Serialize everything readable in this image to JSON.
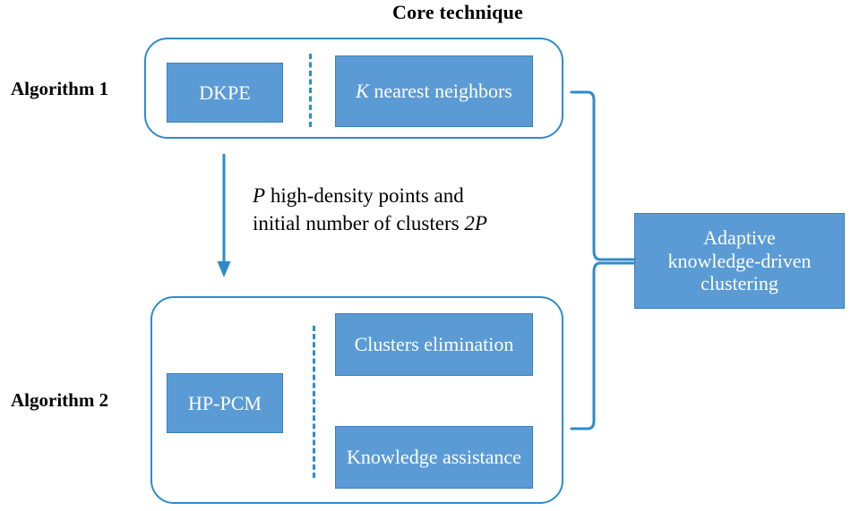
{
  "diagram": {
    "title": "Core technique",
    "side_labels": {
      "algorithm_1": "Algorithm 1",
      "algorithm_2": "Algorithm 2"
    },
    "groups": [
      {
        "id": "algorithm-1",
        "label": "Algorithm 1",
        "boxes": [
          {
            "id": "dkpe",
            "text": "DKPE"
          },
          {
            "id": "knn",
            "text_italic": "K",
            "text_rest": " nearest neighbors",
            "text_full": "K nearest neighbors"
          }
        ]
      },
      {
        "id": "algorithm-2",
        "label": "Algorithm 2",
        "boxes": [
          {
            "id": "hp-pcm",
            "text": "HP-PCM"
          },
          {
            "id": "clusters-elimination",
            "text": "Clusters elimination"
          },
          {
            "id": "knowledge-assistance",
            "text": "Knowledge assistance"
          }
        ]
      }
    ],
    "arrow_note": {
      "line1_italic": "P",
      "line1_rest": " high-density points and",
      "line2_rest": "initial number of clusters ",
      "line2_italic": "2P",
      "full": "P high-density points and initial number of clusters 2P"
    },
    "output_box": {
      "id": "adaptive-knowledge-driven-clustering",
      "line1": "Adaptive",
      "line2": "knowledge-driven",
      "line3": "clustering",
      "text_full": "Adaptive knowledge-driven clustering"
    },
    "colors": {
      "box_fill": "#5B9BD5",
      "box_border": "#3F7FB8",
      "outline": "#2E8BCB",
      "text_on_box": "#FFFFFF",
      "text_dark": "#000000",
      "background": "#FFFFFF"
    }
  }
}
